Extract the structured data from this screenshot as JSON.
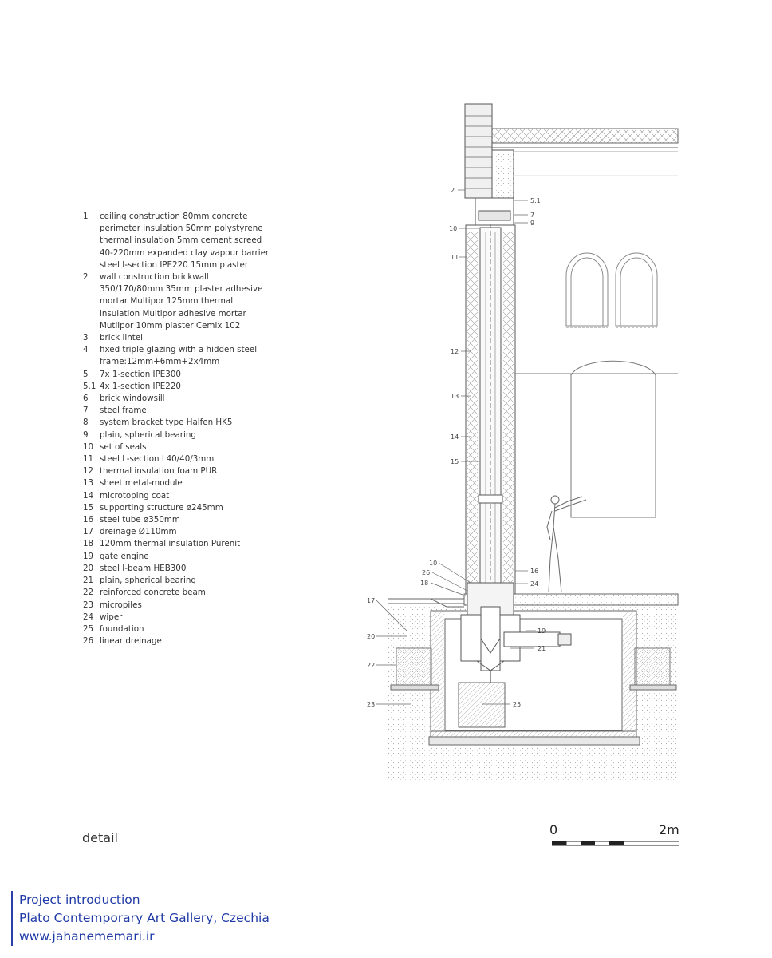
{
  "legend": [
    {
      "num": "1",
      "text": "ceiling construction 80mm concrete perimeter insulation 50mm polystyrene thermal insulation 5mm cement screed 40-220mm expanded clay vapour barrier steel I-section IPE220 15mm plaster"
    },
    {
      "num": "2",
      "text": "wall construction brickwall 350/170/80mm 35mm plaster adhesive mortar Multipor 125mm thermal insulation Multipor adhesive mortar Mutlipor 10mm plaster Cemix 102"
    },
    {
      "num": "3",
      "text": "brick lintel"
    },
    {
      "num": "4",
      "text": "fixed triple glazing with a hidden steel frame:12mm+6mm+2x4mm"
    },
    {
      "num": "5",
      "text": "7x 1-section IPE300"
    },
    {
      "num": "5.1",
      "text": "4x 1-section IPE220"
    },
    {
      "num": "6",
      "text": "brick windowsill"
    },
    {
      "num": "7",
      "text": "steel frame"
    },
    {
      "num": "8",
      "text": "system bracket type Halfen HK5"
    },
    {
      "num": "9",
      "text": "plain, spherical bearing"
    },
    {
      "num": "10",
      "text": "set of seals"
    },
    {
      "num": "11",
      "text": "steel L-section L40/40/3mm"
    },
    {
      "num": "12",
      "text": "thermal insulation foam PUR"
    },
    {
      "num": "13",
      "text": "sheet metal-module"
    },
    {
      "num": "14",
      "text": "microtoping coat"
    },
    {
      "num": "15",
      "text": "supporting structure ø245mm"
    },
    {
      "num": "16",
      "text": "steel tube ø350mm"
    },
    {
      "num": "17",
      "text": "dreinage Ø110mm"
    },
    {
      "num": "18",
      "text": "120mm thermal insulation Purenit"
    },
    {
      "num": "19",
      "text": "gate engine"
    },
    {
      "num": "20",
      "text": "steel I-beam HEB300"
    },
    {
      "num": "21",
      "text": "plain, spherical bearing"
    },
    {
      "num": "22",
      "text": "reinforced concrete beam"
    },
    {
      "num": "23",
      "text": "micropiles"
    },
    {
      "num": "24",
      "text": "wiper"
    },
    {
      "num": "25",
      "text": "foundation"
    },
    {
      "num": "26",
      "text": "linear dreinage"
    }
  ],
  "callouts": [
    "2",
    "5.1",
    "7",
    "9",
    "10",
    "11",
    "12",
    "13",
    "14",
    "15",
    "10",
    "26",
    "18",
    "16",
    "24",
    "17",
    "20",
    "19",
    "21",
    "22",
    "23",
    "25"
  ],
  "caption": "detail",
  "scale": {
    "start": "0",
    "end": "2m"
  },
  "credit": {
    "line1": "Project introduction",
    "line2": "Plato Contemporary Art Gallery, Czechia",
    "line3": "www.jahanememari.ir"
  },
  "colors": {
    "line": "#555555",
    "credit": "#1f3aa6"
  }
}
